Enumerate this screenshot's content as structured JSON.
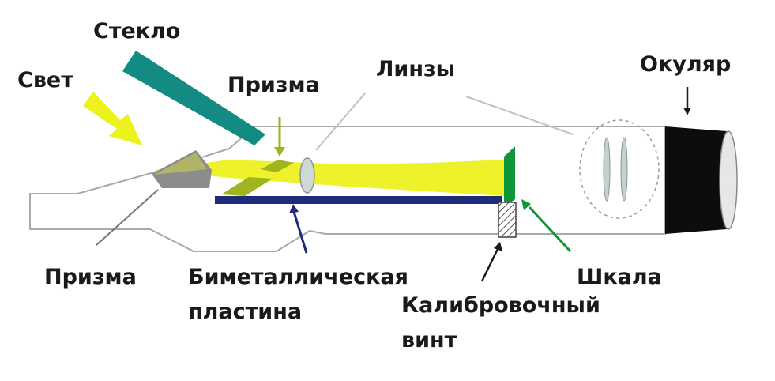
{
  "labels": {
    "glass": "Стекло",
    "light": "Свет",
    "prism_top": "Призма",
    "lenses": "Линзы",
    "eyepiece": "Окуляр",
    "prism_bottom": "Призма",
    "bimetal_line1": "Биметаллическая",
    "bimetal_line2": "пластина",
    "scale": "Шкала",
    "screw_line1": "Калибровочный",
    "screw_line2": "винт"
  },
  "colors": {
    "glass": "#138a82",
    "light": "#ecf21c",
    "beam": "#eef22a",
    "prism": "#9fb51e",
    "bimetal": "#1f2a78",
    "scale": "#109638",
    "eyepiece": "#0d0d0d",
    "body_outline": "#a9a9a9",
    "pointer_gray": "#b8c4c4",
    "pointer_dark": "#1a1a1a"
  }
}
